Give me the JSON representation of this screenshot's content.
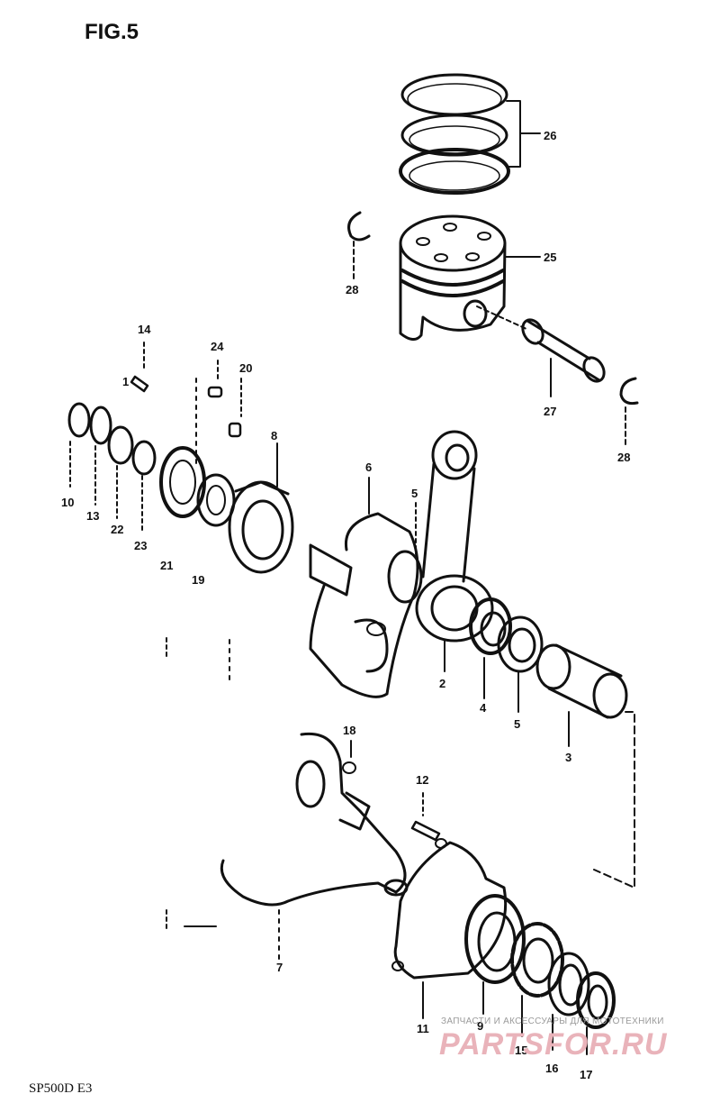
{
  "figure": {
    "title": "FIG.5",
    "model_code": "SP500D E3"
  },
  "watermark": {
    "caption": "ЗАПЧАСТИ И АКСЕССУАРЫ ДЛЯ МОТОТЕХНИКИ",
    "brand": "PARTSFOR.RU"
  },
  "callouts": [
    "26",
    "25",
    "28",
    "28",
    "27",
    "14",
    "24",
    "20",
    "1",
    "10",
    "13",
    "22",
    "23",
    "21",
    "19",
    "8",
    "6",
    "5",
    "2",
    "4",
    "5",
    "3",
    "18",
    "12",
    "11",
    "9",
    "15",
    "16",
    "17",
    "7"
  ]
}
